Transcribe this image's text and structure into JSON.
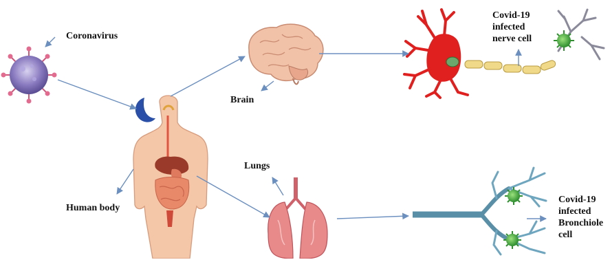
{
  "labels": {
    "coronavirus": "Coronavirus",
    "brain": "Brain",
    "human_body": "Human body",
    "lungs": "Lungs",
    "nerve_cell_line1": "Covid-19",
    "nerve_cell_line2": "infected",
    "nerve_cell_line3": "nerve cell",
    "bronchiole_line1": "Covid-19",
    "bronchiole_line2": "infected",
    "bronchiole_line3": "Bronchiole",
    "bronchiole_line4": "cell"
  },
  "colors": {
    "arrow": "#6b8fbf",
    "virus": "#8a7bc0",
    "virus_spike": "#d0557a",
    "brain": "#f2c2a8",
    "neuron": "#e01f1f",
    "axon": "#f1d98a",
    "green_virus": "#3aa23a",
    "skin": "#f4c7a8",
    "lung": "#e88a8a",
    "bronchiole": "#5a8fa8"
  },
  "icons": [
    "coronavirus-icon",
    "brain-icon",
    "neuron-icon",
    "human-body-icon",
    "lungs-icon",
    "bronchiole-icon"
  ]
}
